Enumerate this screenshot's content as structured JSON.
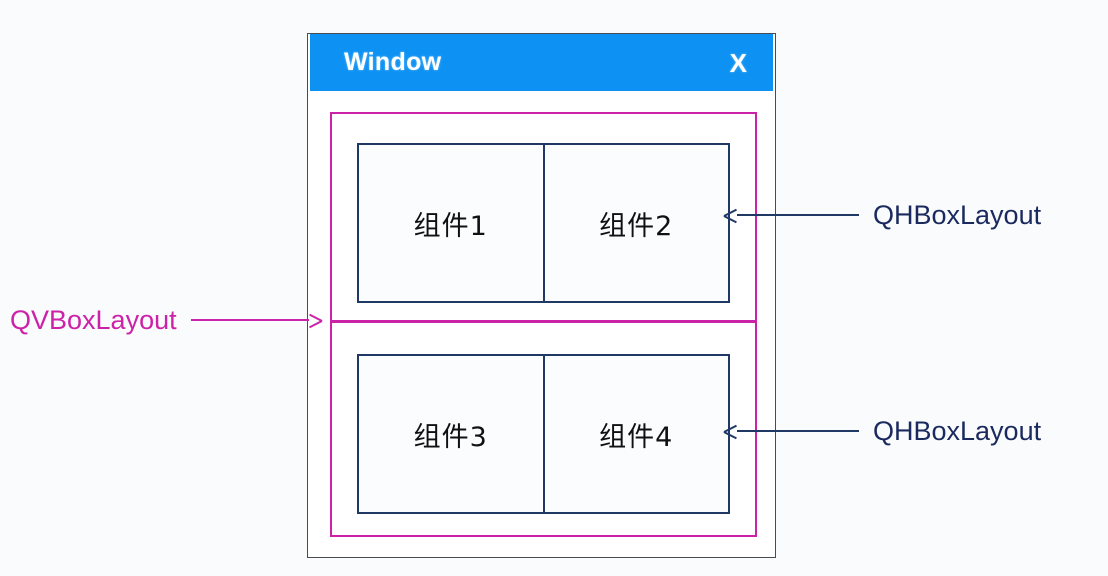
{
  "diagram": {
    "background_color": "#fafbfc",
    "window": {
      "title": "Window",
      "close_label": "X",
      "titlebar_color": "#0d92f4",
      "frame_color": "#4a4a52"
    },
    "vbox": {
      "name": "QVBoxLayout",
      "color": "#cc22a8"
    },
    "hbox": {
      "name": "QHBoxLayout",
      "color": "#1a2a5e"
    },
    "widget_border_color": "#1f3864",
    "rows": [
      {
        "layout_label": "QHBoxLayout",
        "widgets": [
          {
            "label": "组件1"
          },
          {
            "label": "组件2"
          }
        ]
      },
      {
        "layout_label": "QHBoxLayout",
        "widgets": [
          {
            "label": "组件3"
          },
          {
            "label": "组件4"
          }
        ]
      }
    ],
    "annotations": {
      "left_label": "QVBoxLayout",
      "right_label_top": "QHBoxLayout",
      "right_label_bottom": "QHBoxLayout"
    }
  }
}
